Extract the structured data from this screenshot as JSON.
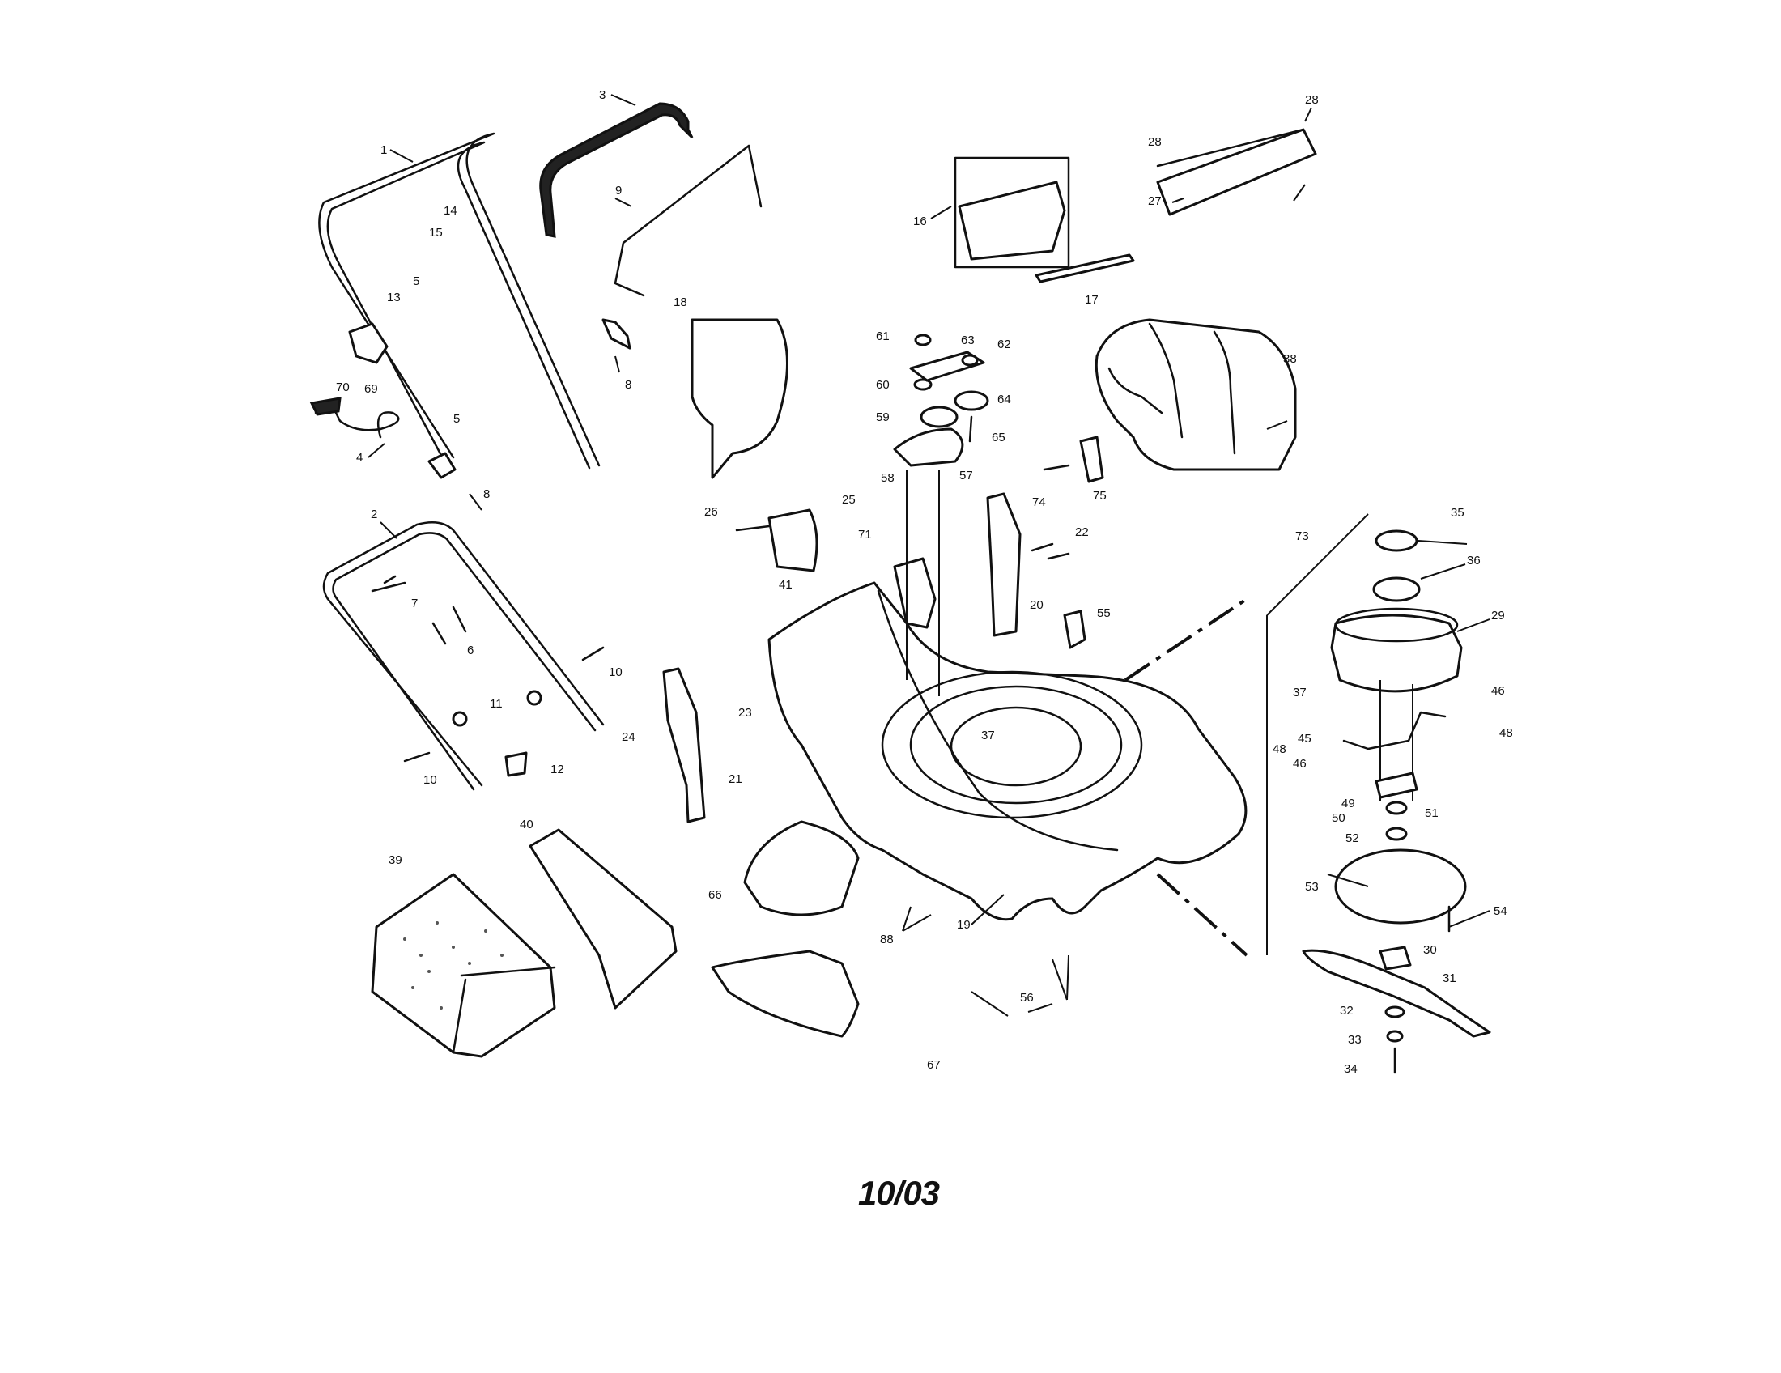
{
  "footer_date": "10/03",
  "callouts": [
    "1",
    "2",
    "3",
    "4",
    "5",
    "5",
    "6",
    "7",
    "8",
    "8",
    "9",
    "10",
    "10",
    "11",
    "12",
    "13",
    "14",
    "15",
    "16",
    "17",
    "18",
    "19",
    "20",
    "21",
    "22",
    "23",
    "24",
    "25",
    "26",
    "27",
    "28",
    "28",
    "29",
    "30",
    "31",
    "32",
    "33",
    "34",
    "35",
    "36",
    "37",
    "37",
    "38",
    "39",
    "40",
    "41",
    "45",
    "46",
    "46",
    "48",
    "48",
    "49",
    "50",
    "51",
    "52",
    "53",
    "54",
    "55",
    "56",
    "57",
    "58",
    "59",
    "60",
    "61",
    "62",
    "63",
    "64",
    "65",
    "66",
    "67",
    "69",
    "70",
    "71",
    "73",
    "74",
    "75",
    "88"
  ]
}
